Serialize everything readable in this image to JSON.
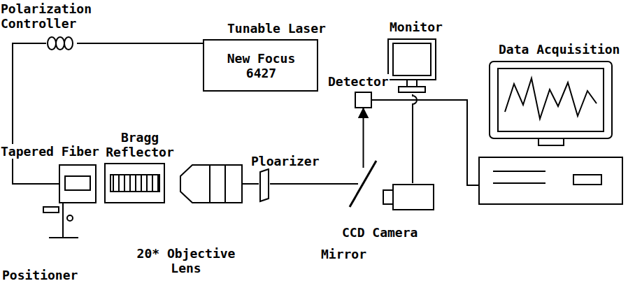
{
  "diagram": {
    "nodes": [
      {
        "text": [
          "Polarization Controller"
        ]
      },
      {
        "text": [
          "Tunable Laser",
          "New Focus 6427"
        ]
      },
      {
        "text": [
          "Monitor"
        ]
      },
      {
        "text": [
          "Detector"
        ]
      },
      {
        "text": [
          "Data Acquisition"
        ]
      },
      {
        "text": [
          "Tapered Fiber"
        ]
      },
      {
        "text": [
          "Bragg Reflector"
        ]
      },
      {
        "text": [
          "20* Objective Lens"
        ]
      },
      {
        "text": [
          "Ploarizer"
        ]
      },
      {
        "text": [
          "Mirror"
        ]
      },
      {
        "text": [
          "CCD Camera"
        ]
      }
    ],
    "edges": [
      {
        "from": 1,
        "to": 0,
        "arrow": "none"
      },
      {
        "from": 0,
        "to": 5,
        "arrow": "none"
      },
      {
        "from": 7,
        "to": 8,
        "arrow": "none"
      },
      {
        "from": 8,
        "to": 9,
        "arrow": "none"
      },
      {
        "from": 9,
        "to": 3,
        "arrow": "to"
      },
      {
        "from": 3,
        "to": 4,
        "arrow": "none"
      },
      {
        "from": 2,
        "to": 10,
        "arrow": "none"
      }
    ],
    "labels": [
      "Positioner"
    ]
  }
}
